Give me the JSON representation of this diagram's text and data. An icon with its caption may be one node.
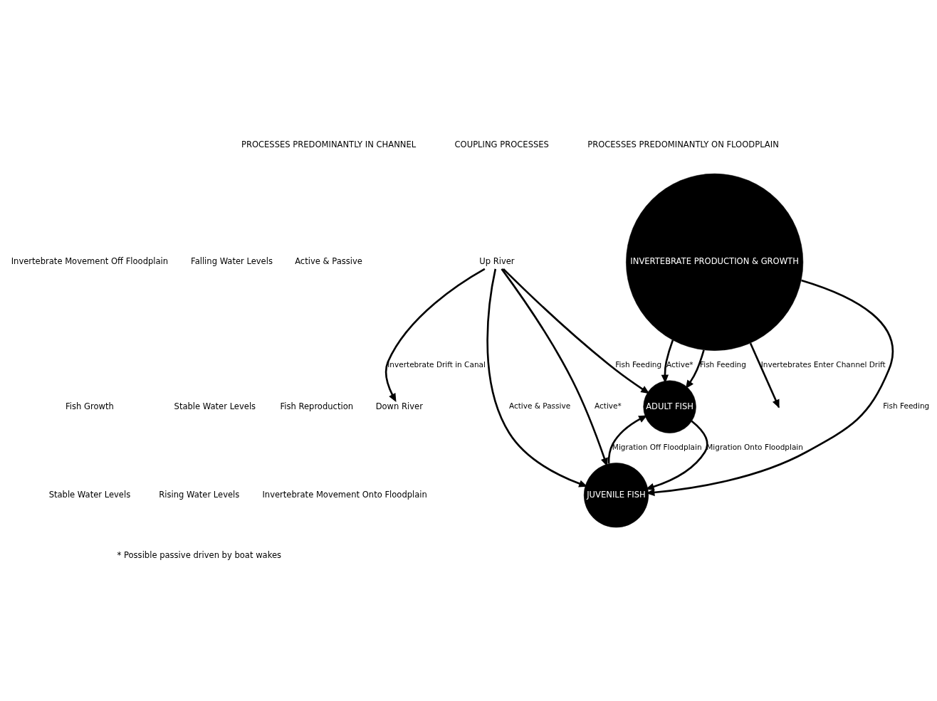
{
  "diagram": {
    "nodes": [
      {
        "text": [
          "Up River"
        ]
      },
      {
        "text": [
          "Down River"
        ]
      },
      {
        "text": [
          "ADULT FISH"
        ]
      },
      {
        "text": [
          "JUVENILE FISH"
        ]
      },
      {
        "text": [
          "INVERTEBRATE PRODUCTION & GROWTH"
        ]
      }
    ],
    "edges": [
      {
        "from": 0,
        "to": 1,
        "arrow": "to",
        "label": "Invertebrate Drift in Canal"
      },
      {
        "from": 0,
        "to": 2,
        "arrow": "to",
        "label": "Fish Feeding"
      },
      {
        "from": 4,
        "to": null,
        "arrow": "to",
        "label": "Invertebrates Enter Channel Drift"
      },
      {
        "from": 4,
        "to": 2,
        "arrow": "to",
        "label": "Fish Feeding"
      },
      {
        "from": 4,
        "to": 2,
        "arrow": "to",
        "label": "Active*"
      },
      {
        "from": 4,
        "to": 3,
        "arrow": "to",
        "label": "Fish Feeding"
      },
      {
        "from": 2,
        "to": 3,
        "arrow": "to",
        "label": "Migration Onto Floodplain"
      },
      {
        "from": 3,
        "to": 2,
        "arrow": "to",
        "label": "Migration Off Floodplain"
      },
      {
        "from": 0,
        "to": 3,
        "arrow": "to",
        "label": "Active & Passive"
      },
      {
        "from": 0,
        "to": 3,
        "arrow": "to",
        "label": "Active*"
      }
    ],
    "labels": [
      "PROCESSES PREDOMINANTLY IN CHANNEL",
      "COUPLING PROCESSES",
      "PROCESSES PREDOMINANTLY ON FLOODPLAIN",
      "Falling Water Levels",
      "Active & Passive",
      "Invertebrate Movement Off Floodplain",
      "Stable Water Levels",
      "Fish Reproduction",
      "Fish Growth",
      "Rising Water Levels",
      "Invertebrate Movement Onto Floodplain",
      "Stable Water Levels",
      "* Possible passive driven by boat wakes"
    ]
  }
}
